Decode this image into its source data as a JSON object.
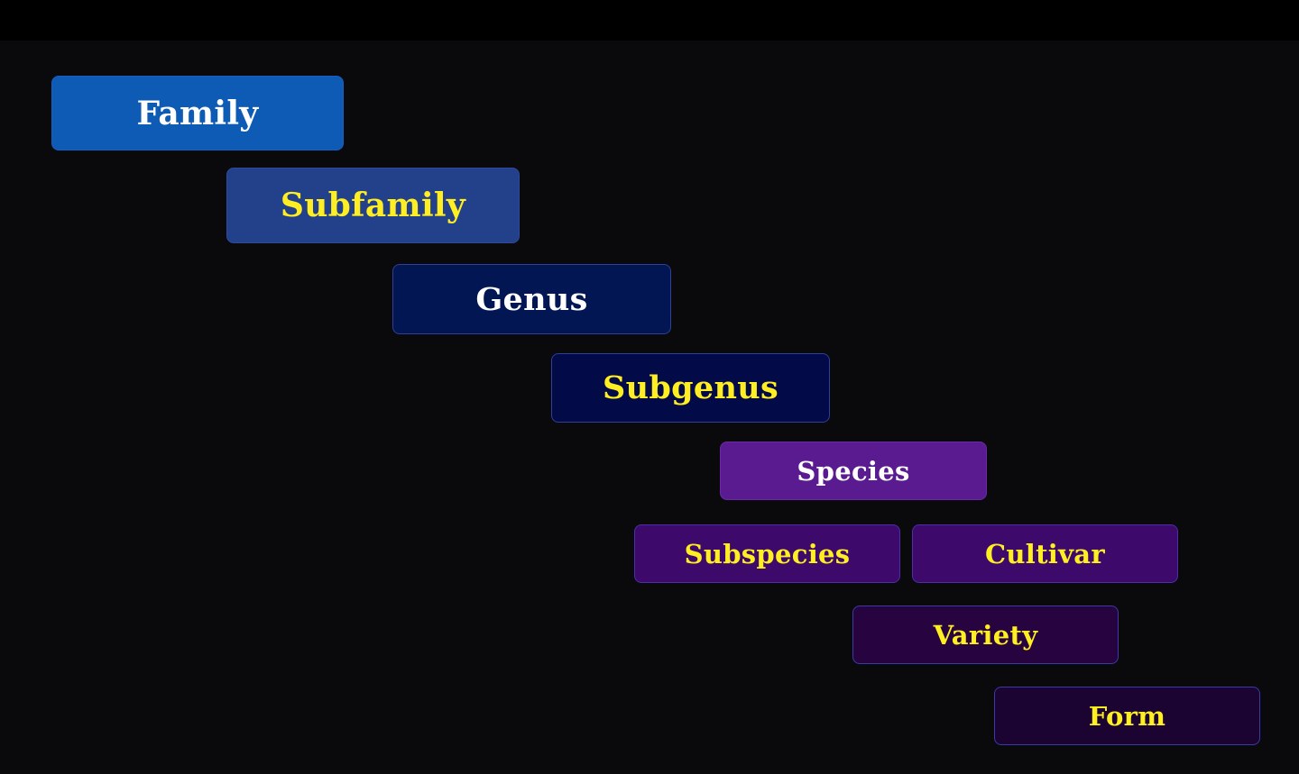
{
  "diagram": {
    "nodes": [
      {
        "id": "family",
        "label": "Family",
        "fill": "#0e5bb6",
        "text_color": "#ffffff"
      },
      {
        "id": "subfamily",
        "label": "Subfamily",
        "fill": "#22418a",
        "text_color": "#ffee22"
      },
      {
        "id": "genus",
        "label": "Genus",
        "fill": "#011652",
        "text_color": "#ffffff"
      },
      {
        "id": "subgenus",
        "label": "Subgenus",
        "fill": "#020a48",
        "text_color": "#ffee22"
      },
      {
        "id": "species",
        "label": "Species",
        "fill": "#5a1b91",
        "text_color": "#ffffff"
      },
      {
        "id": "subspecies",
        "label": "Subspecies",
        "fill": "#3d0a6b",
        "text_color": "#ffee22"
      },
      {
        "id": "cultivar",
        "label": "Cultivar",
        "fill": "#3d0a6b",
        "text_color": "#ffee22"
      },
      {
        "id": "variety",
        "label": "Variety",
        "fill": "#270440",
        "text_color": "#ffee22"
      },
      {
        "id": "form",
        "label": "Form",
        "fill": "#1c0432",
        "text_color": "#ffee22"
      }
    ]
  }
}
